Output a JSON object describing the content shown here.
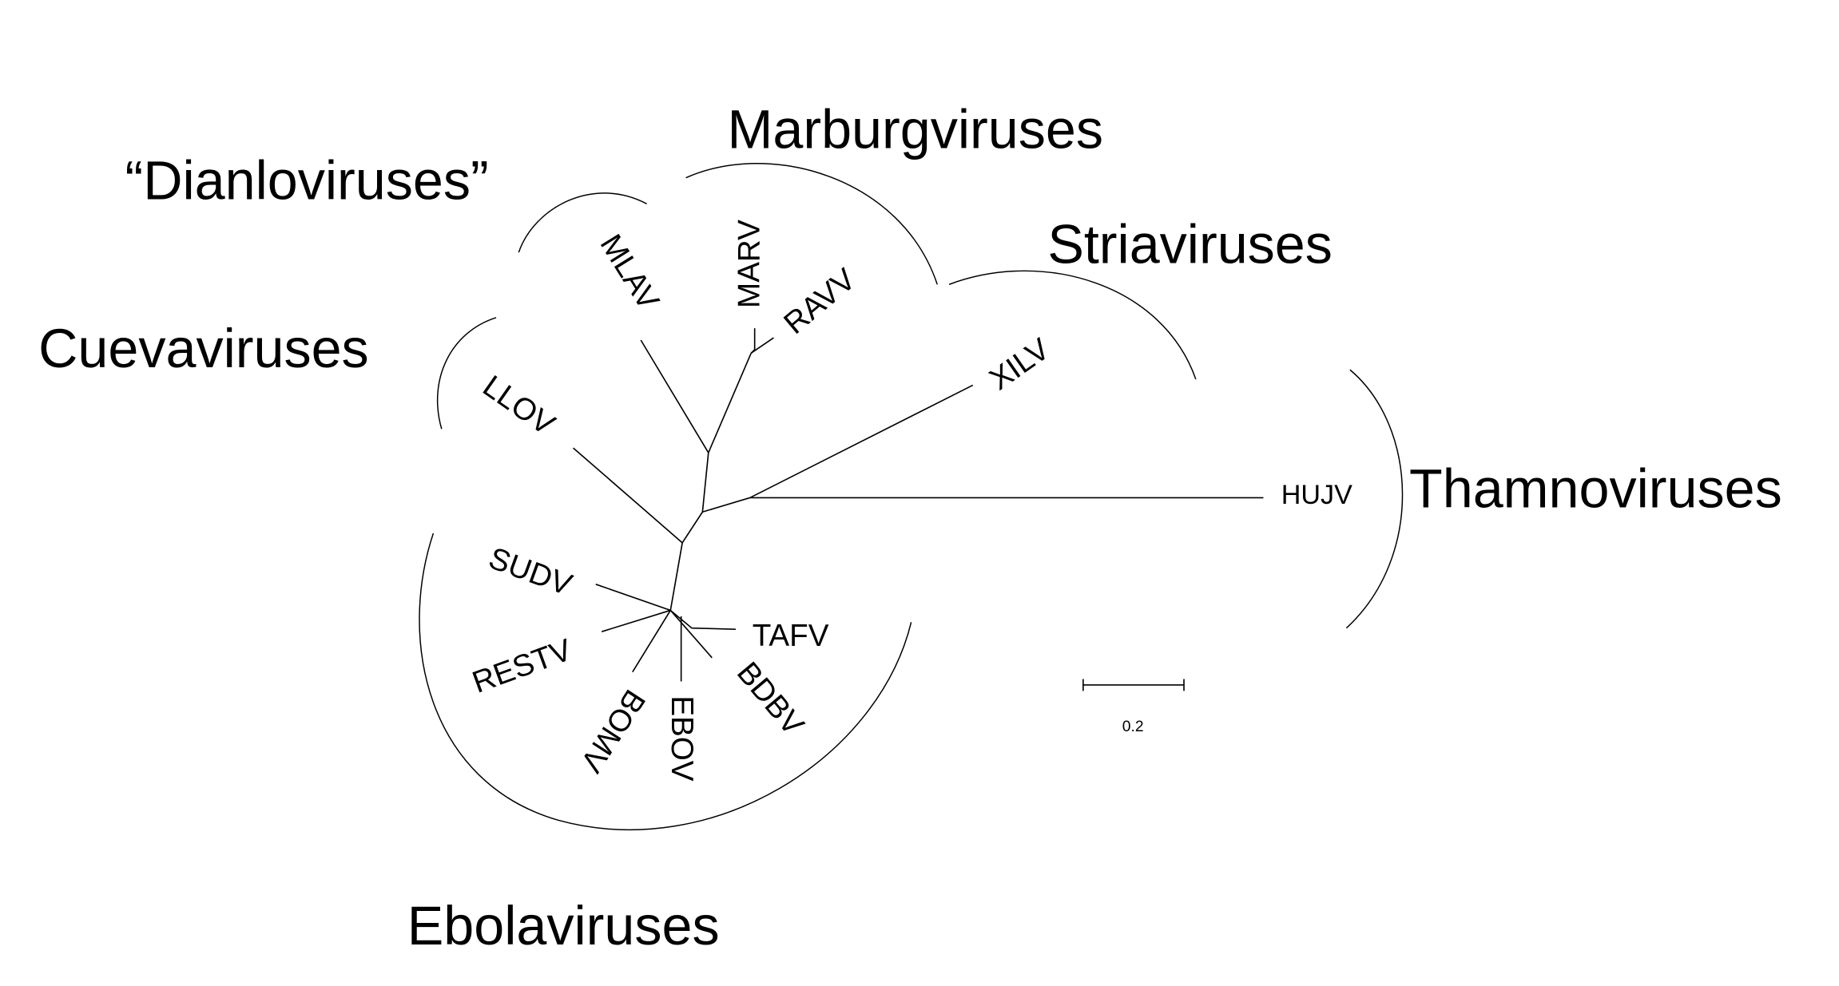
{
  "groups": {
    "dianloviruses": "“Dianloviruses”",
    "marburgviruses": "Marburgviruses",
    "striaviruses": "Striaviruses",
    "cuevaviruses": "Cuevaviruses",
    "thamnoviruses": "Thamnoviruses",
    "ebolaviruses": "Ebolaviruses"
  },
  "taxa": {
    "mlav": "MLAV",
    "marv": "MARV",
    "ravv": "RAVV",
    "xilv": "XILV",
    "hujv": "HUJV",
    "llov": "LLOV",
    "sudv": "SUDV",
    "restv": "RESTV",
    "bomv": "BOMV",
    "ebov": "EBOV",
    "bdbv": "BDBV",
    "tafv": "TAFV"
  },
  "scale_bar": {
    "label": "0.2",
    "value": 0.2
  }
}
